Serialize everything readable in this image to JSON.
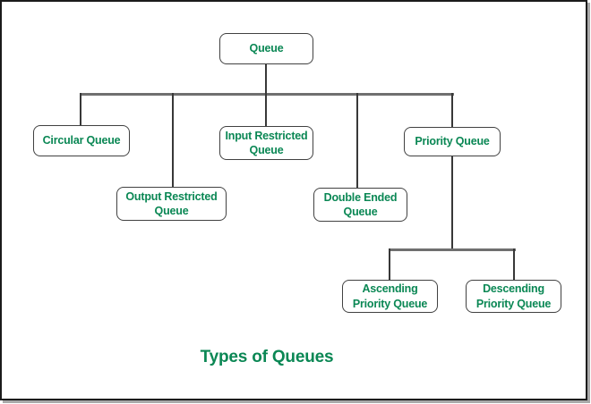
{
  "diagram": {
    "title": "Types of Queues",
    "nodes": [
      {
        "id": "queue",
        "label": "Queue"
      },
      {
        "id": "circular-queue",
        "label": "Circular Queue"
      },
      {
        "id": "input-restricted-queue",
        "label": "Input Restricted\nQueue"
      },
      {
        "id": "output-restricted-queue",
        "label": "Output Restricted\nQueue"
      },
      {
        "id": "double-ended-queue",
        "label": "Double Ended\nQueue"
      },
      {
        "id": "priority-queue",
        "label": "Priority Queue"
      },
      {
        "id": "ascending-priority-queue",
        "label": "Ascending\nPriority Queue"
      },
      {
        "id": "descending-priority-queue",
        "label": "Descending\nPriority Queue"
      }
    ],
    "edges": [
      {
        "from": "queue",
        "to": "circular-queue"
      },
      {
        "from": "queue",
        "to": "output-restricted-queue"
      },
      {
        "from": "queue",
        "to": "input-restricted-queue"
      },
      {
        "from": "queue",
        "to": "double-ended-queue"
      },
      {
        "from": "queue",
        "to": "priority-queue"
      },
      {
        "from": "priority-queue",
        "to": "ascending-priority-queue"
      },
      {
        "from": "priority-queue",
        "to": "descending-priority-queue"
      }
    ],
    "colors": {
      "label_green": "#0a8754",
      "connector_vertical": "#383838",
      "connector_horizontal": "#6f6f6f",
      "node_border": "#414141",
      "frame_border": "#1b1b1b",
      "canvas_background": "#ffffff"
    }
  }
}
